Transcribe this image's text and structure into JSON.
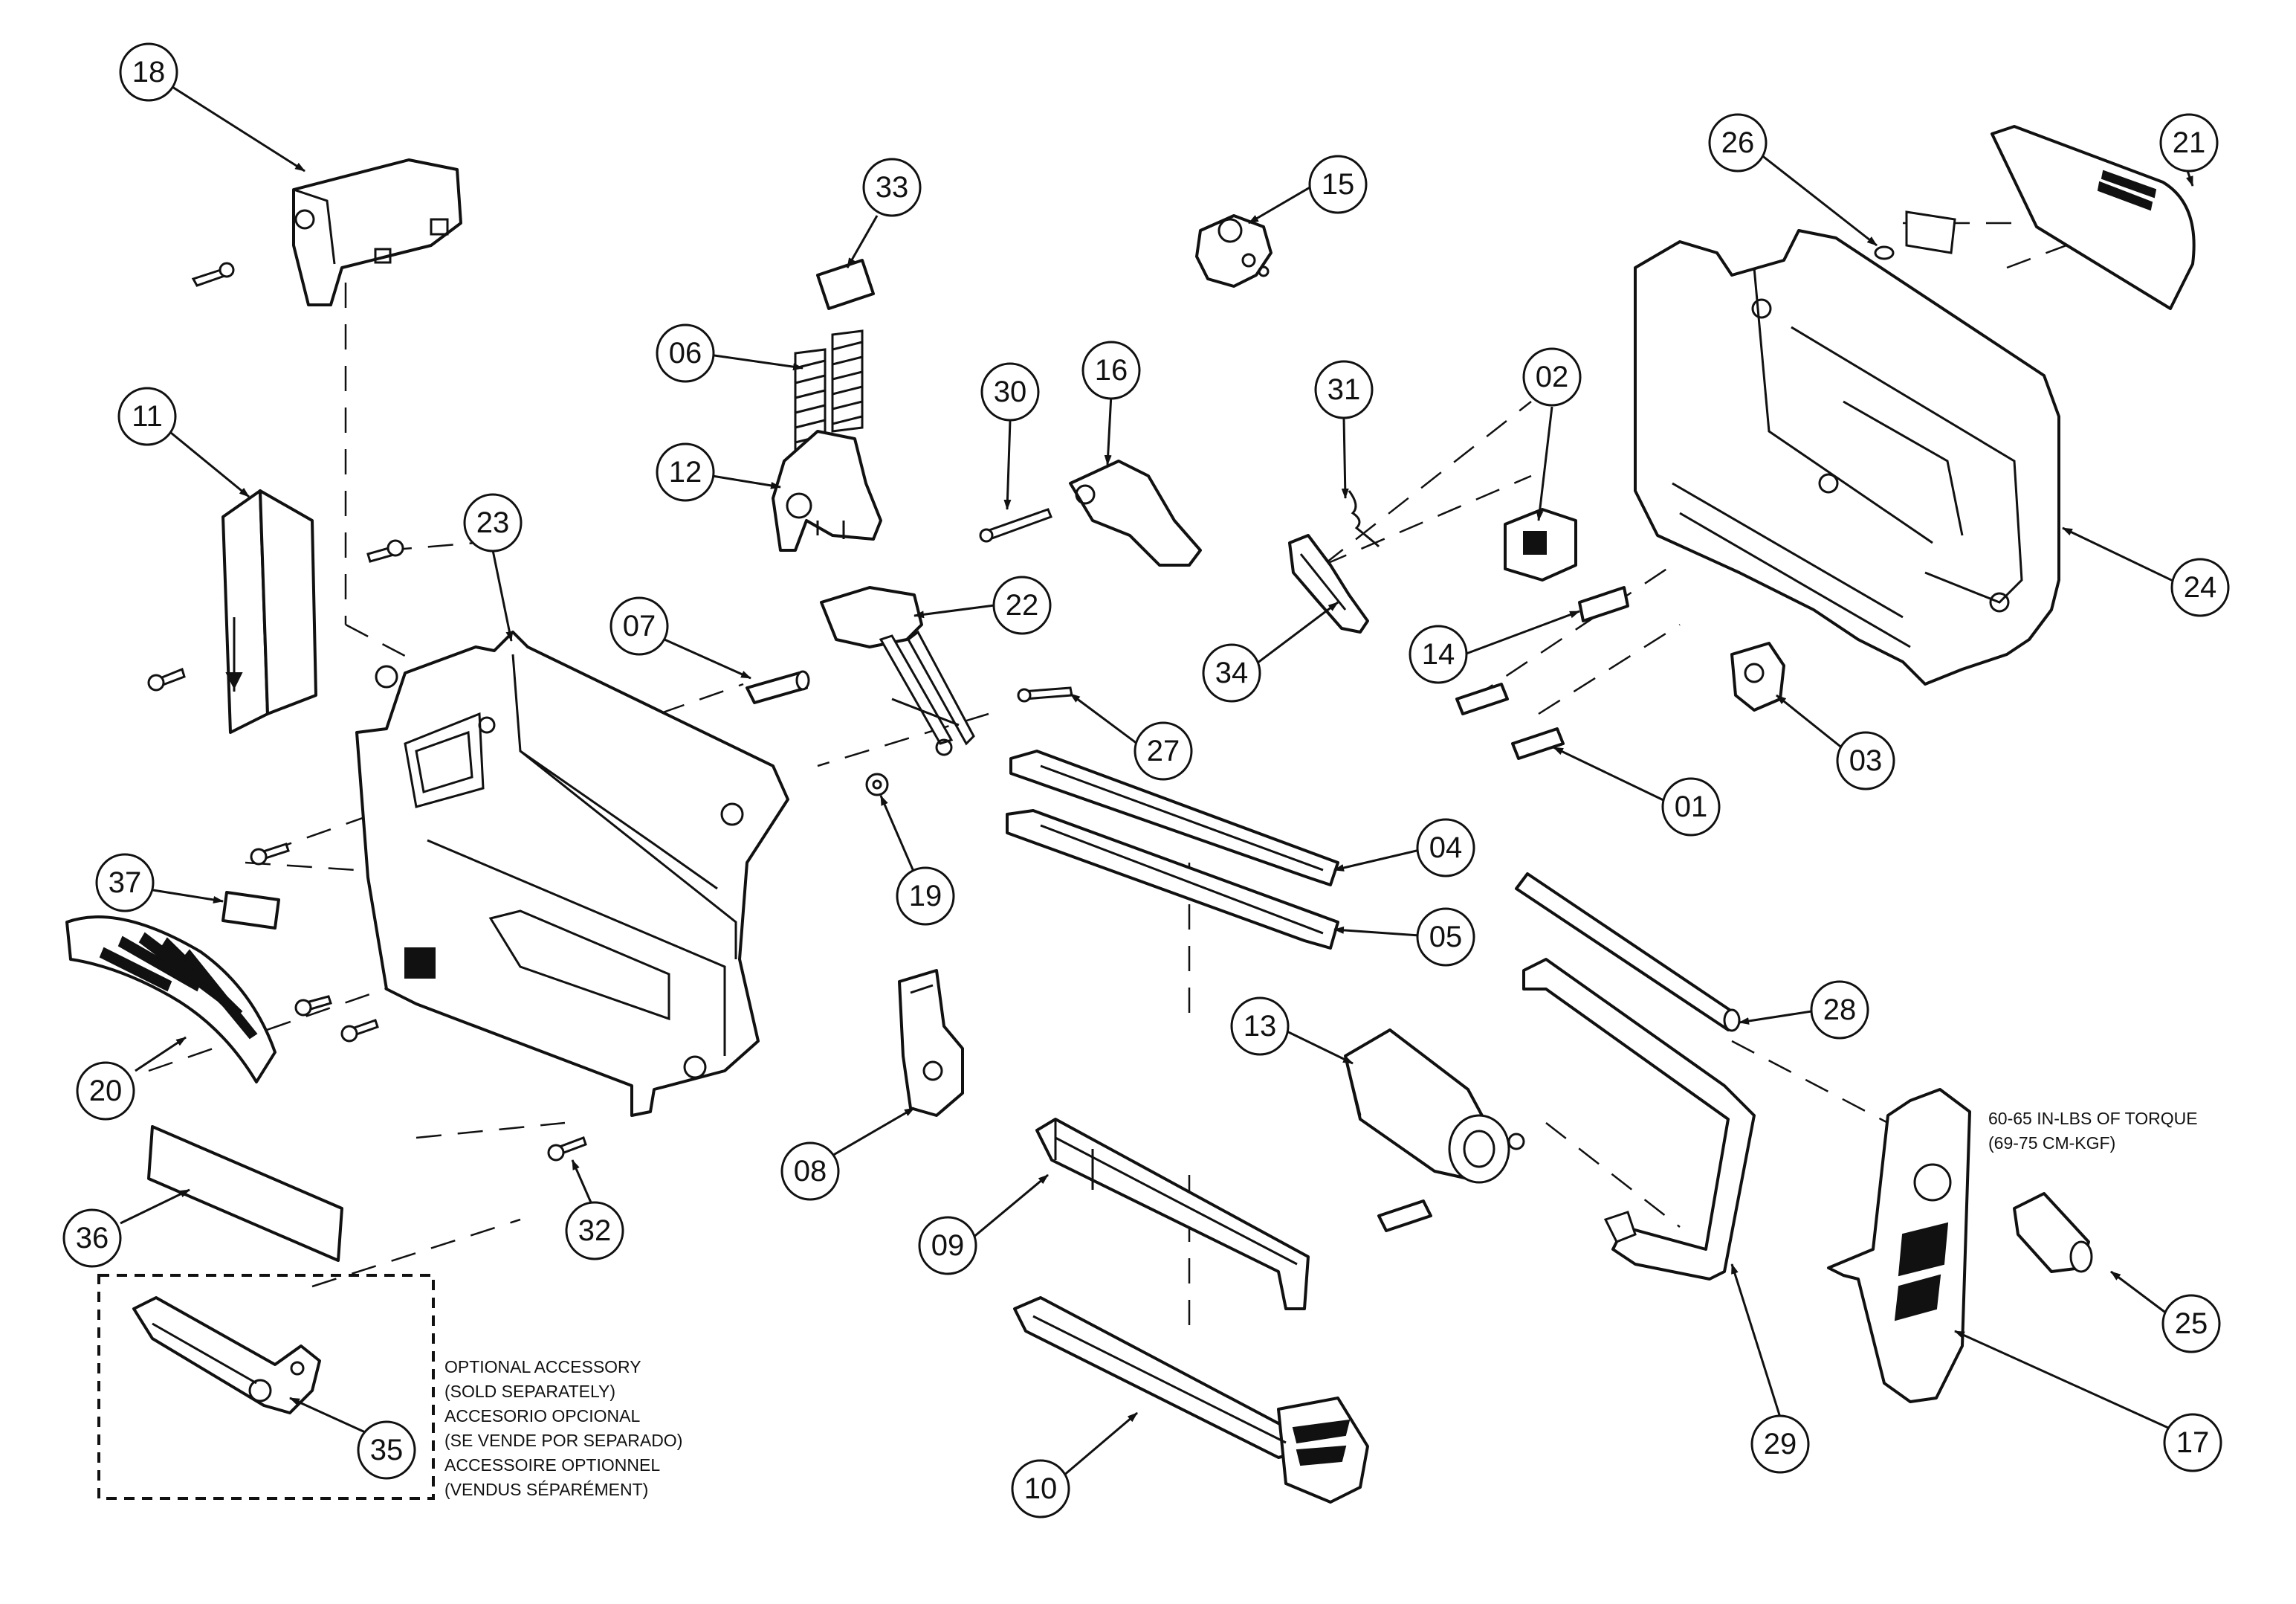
{
  "callouts": [
    "01",
    "02",
    "03",
    "04",
    "05",
    "06",
    "07",
    "08",
    "09",
    "10",
    "11",
    "12",
    "13",
    "14",
    "15",
    "16",
    "17",
    "18",
    "19",
    "20",
    "21",
    "22",
    "23",
    "24",
    "25",
    "26",
    "27",
    "28",
    "29",
    "30",
    "31",
    "32",
    "33",
    "34",
    "35",
    "36",
    "37"
  ],
  "torque_note": {
    "line1": "60-65 IN-LBS OF TORQUE",
    "line2": "(69-75 CM-KGF)"
  },
  "optional_accessory": {
    "line1": "OPTIONAL ACCESSORY",
    "line2": "(SOLD SEPARATELY)",
    "line3": "ACCESORIO OPCIONAL",
    "line4": "(SE VENDE POR SEPARADO)",
    "line5": "ACCESSOIRE OPTIONNEL",
    "line6": "(VENDUS SÉPARÉMENT)"
  }
}
